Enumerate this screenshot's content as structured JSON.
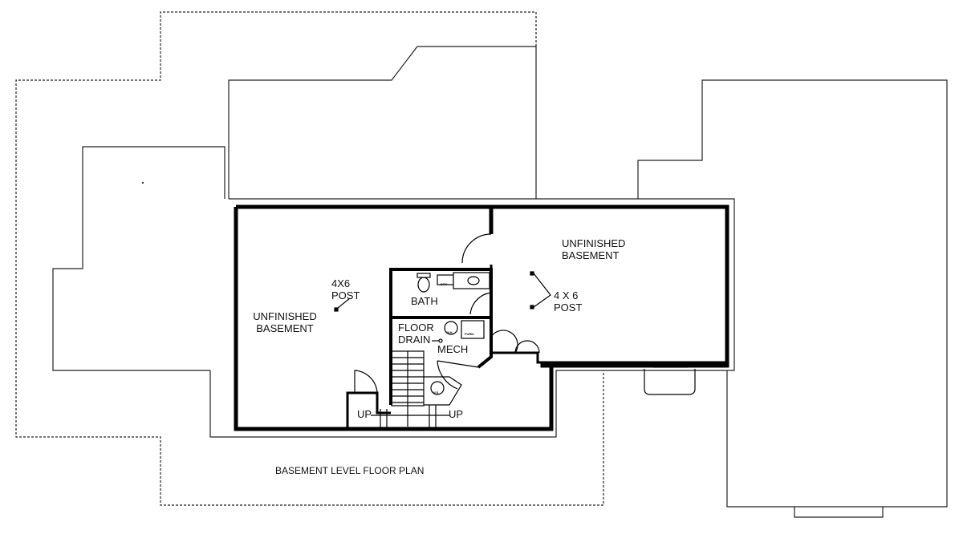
{
  "title": "BASEMENT LEVEL FLOOR PLAN",
  "rooms": {
    "left_basement": [
      "UNFINISHED",
      "BASEMENT"
    ],
    "right_basement": [
      "UNFINISHED",
      "BASEMENT"
    ],
    "bath": "BATH",
    "floor_drain": [
      "FLOOR",
      "DRAIN"
    ],
    "mech": "MECH"
  },
  "posts": {
    "left": [
      "4X6",
      "POST"
    ],
    "right": [
      "4 X 6",
      "POST"
    ]
  },
  "stairs": {
    "up_left": "UP",
    "up_right": "UP"
  },
  "fixtures": {
    "water_heater": "W.H.",
    "furnace": "FURN.",
    "water_softener": "W.S.",
    "dryer": "DRY"
  }
}
